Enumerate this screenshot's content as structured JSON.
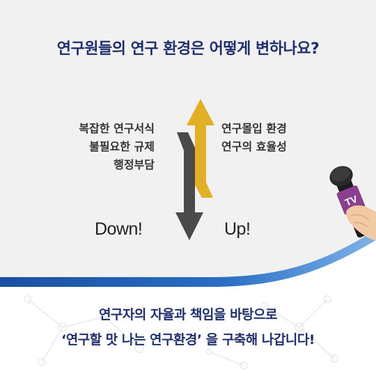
{
  "title": "연구원들의 연구 환경은 어떻게 변하나요?",
  "left_items": [
    "복잡한 연구서식",
    "불필요한 규제",
    "행정부담"
  ],
  "right_items": [
    "연구몰입 환경",
    "연구의 효율성"
  ],
  "down_label": "Down!",
  "up_label": "Up!",
  "mic_label": "TV",
  "bottom_lines": [
    "연구자의 자율과 책임을 바탕으로",
    "‘연구할 맛 나는 연구환경’ 을 구축해 나갑니다!"
  ],
  "colors": {
    "title": "#1f2f6b",
    "down_arrow": "#4a4a4a",
    "up_arrow": "#e2b027",
    "wave_blue": "#1f5fb0",
    "mic_label_bg": "#8a3f8f"
  },
  "icons": [
    "down-arrow-icon",
    "up-arrow-icon",
    "microphone-icon",
    "hand-icon",
    "network-pattern-icon"
  ]
}
